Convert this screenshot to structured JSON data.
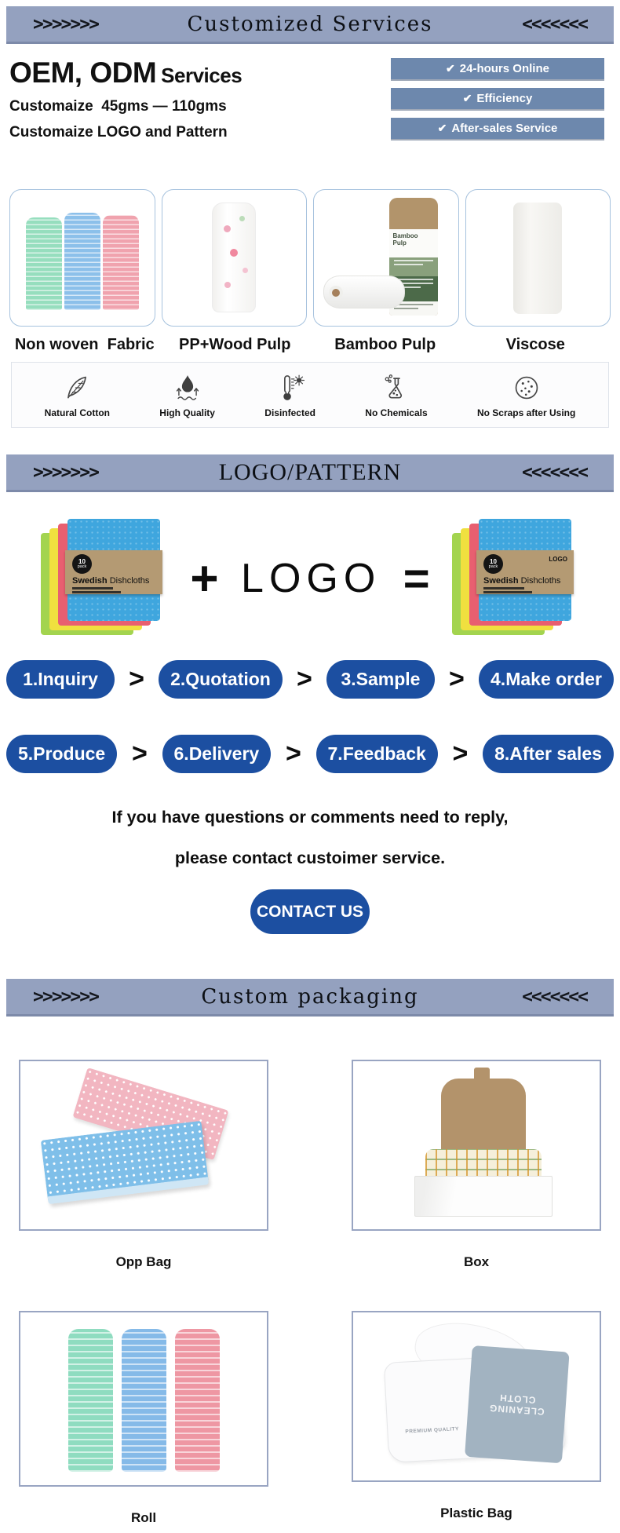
{
  "colors": {
    "banner_bg": "#94a1bf",
    "badge_bg": "#6d88ad",
    "pill_blue": "#1c4fa1",
    "card_border": "#a6c2de",
    "pack_border": "#99a5c2"
  },
  "banners": {
    "services": {
      "left": ">>>>>>>",
      "title": "Customized Services",
      "right": "<<<<<<<"
    },
    "logo": {
      "left": ">>>>>>>",
      "title": "LOGO/PATTERN",
      "right": "<<<<<<<"
    },
    "packaging": {
      "left": ">>>>>>>",
      "title": "Custom packaging",
      "right": "<<<<<<<"
    }
  },
  "services": {
    "heading_main": "OEM, ODM",
    "heading_sub": "Services",
    "line1": "Customaize  45gms — 110gms",
    "line2": "Customaize LOGO and Pattern",
    "check": "✔",
    "badges": [
      {
        "label": "24-hours Online"
      },
      {
        "label": "Efficiency"
      },
      {
        "label": "After-sales Service"
      }
    ]
  },
  "materials": {
    "items": [
      {
        "name": "Non woven  Fabric"
      },
      {
        "name": "PP+Wood Pulp"
      },
      {
        "name": "Bamboo Pulp"
      },
      {
        "name": "Viscose"
      }
    ],
    "bamboo_tube_label": "Bamboo Pulp"
  },
  "features": {
    "items": [
      {
        "label": "Natural Cotton"
      },
      {
        "label": "High Quality"
      },
      {
        "label": "Disinfected"
      },
      {
        "label": "No Chemicals"
      },
      {
        "label": "No Scraps after Using"
      }
    ]
  },
  "logo_section": {
    "plus": "+",
    "logo_word": "LOGO",
    "equals": "=",
    "pack_count": "10",
    "pack_unit": "pack",
    "brand_bold": "Swedish",
    "brand_light": "Dishcloths",
    "logo_tag": "LOGO"
  },
  "process": {
    "separator": ">",
    "row1": [
      {
        "label": "1.Inquiry"
      },
      {
        "label": "2.Quotation"
      },
      {
        "label": "3.Sample"
      },
      {
        "label": "4.Make order"
      }
    ],
    "row2": [
      {
        "label": "5.Produce"
      },
      {
        "label": "6.Delivery"
      },
      {
        "label": "7.Feedback"
      },
      {
        "label": "8.After sales"
      }
    ]
  },
  "contact": {
    "line1": "If you have questions or comments need to reply,",
    "line2": "please contact custoimer service.",
    "button_label": "CONTACT US"
  },
  "packaging": {
    "items": [
      {
        "name": "Opp Bag"
      },
      {
        "name": "Box"
      },
      {
        "name": "Roll"
      },
      {
        "name": "Plastic Bag"
      }
    ],
    "bag_text": "CLEANING CLOTH",
    "bag_subtext": "PREMIUM QUALITY"
  }
}
